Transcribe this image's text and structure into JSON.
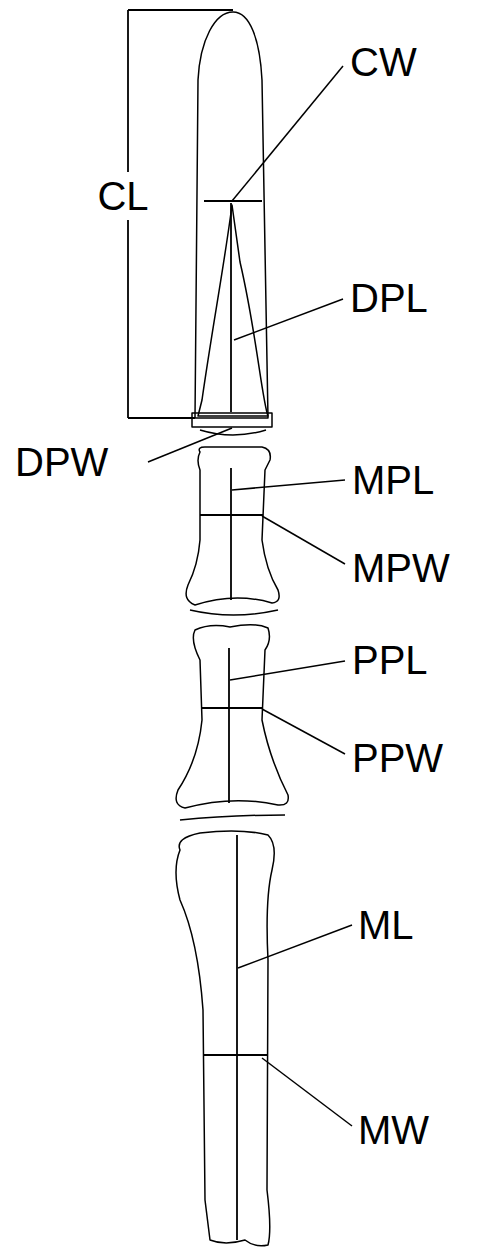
{
  "diagram": {
    "labels": [
      "CL",
      "CW",
      "DPL",
      "DPW",
      "MPL",
      "MPW",
      "PPL",
      "PPW",
      "ML",
      "MW"
    ]
  }
}
